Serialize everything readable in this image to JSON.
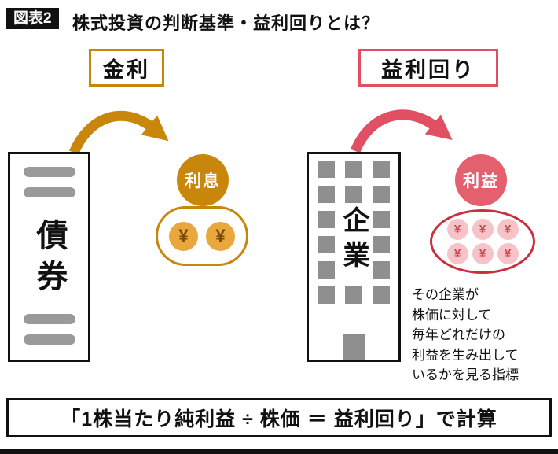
{
  "figure": {
    "label": "図表2",
    "title": "株式投資の判断基準・益利回りとは？"
  },
  "left": {
    "concept": "金利",
    "asset": "債券",
    "result": "利息",
    "coin_symbol": "¥",
    "coin_count": 2
  },
  "right": {
    "concept": "益利回り",
    "asset": "企業",
    "result": "利益",
    "coin_symbol": "¥",
    "coin_count": 6,
    "note": "その企業が\n株価に対して\n毎年どれだけの\n利益を生み出して\nいるかを見る指標"
  },
  "formula": "「1株当たり純利益 ÷ 株価 ＝ 益利回り」で計算",
  "colors": {
    "orange": "#C8860B",
    "orange_coin": "#E8A83E",
    "red": "#E04F62",
    "red_dark": "#C9303F",
    "pink_coin": "#F7C3C9",
    "gray": "#8f8f8f",
    "black": "#111111"
  }
}
